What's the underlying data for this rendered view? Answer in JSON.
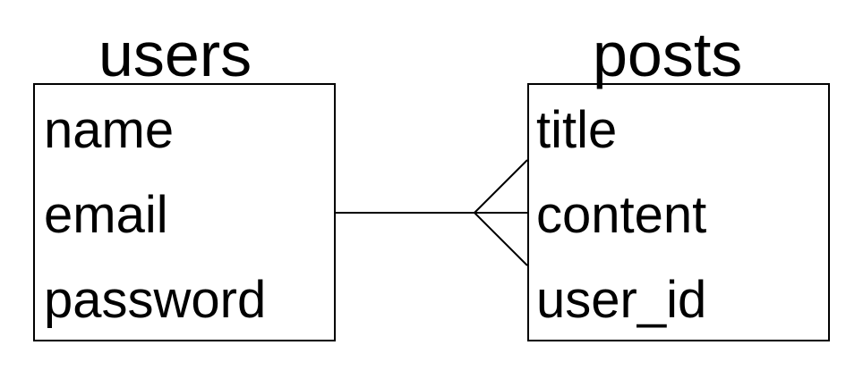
{
  "diagram": {
    "entities": [
      {
        "name": "users",
        "fields": [
          "name",
          "email",
          "password"
        ]
      },
      {
        "name": "posts",
        "fields": [
          "title",
          "content",
          "user_id"
        ]
      }
    ],
    "relationship": {
      "from": "users",
      "to": "posts",
      "cardinality": "one-to-many"
    },
    "colors": {
      "line": "#000000",
      "background": "#ffffff"
    }
  }
}
